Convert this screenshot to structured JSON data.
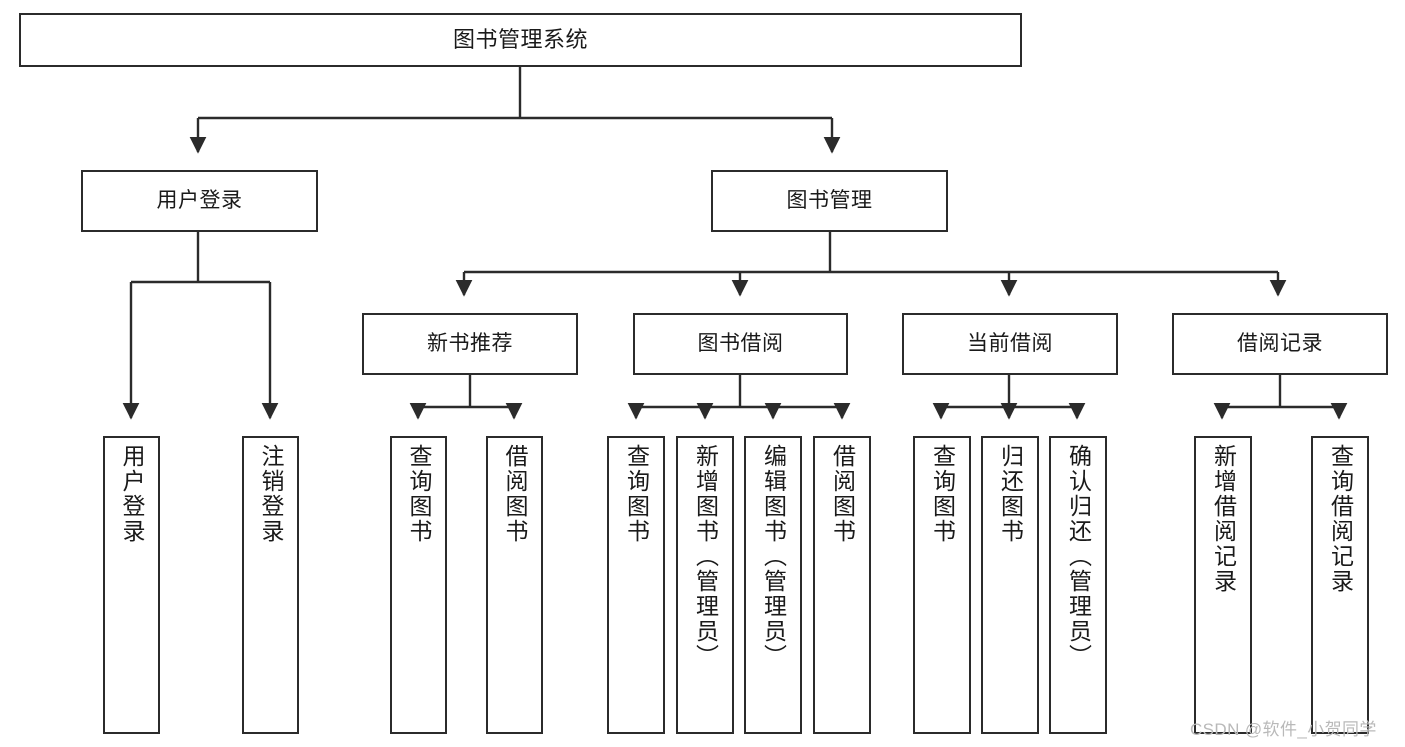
{
  "diagram": {
    "type": "tree-hierarchy",
    "title": "图书管理系统",
    "watermark": "CSDN @软件_小贺同学",
    "colors": {
      "border": "#2b2b2b",
      "background": "#ffffff",
      "text": "#1a1a1a",
      "watermark": "#b9b9b9"
    },
    "nodes": {
      "root": {
        "label": "图书管理系统"
      },
      "level2": [
        {
          "id": "user-login",
          "label": "用户登录"
        },
        {
          "id": "book-manage",
          "label": "图书管理"
        }
      ],
      "level3": [
        {
          "id": "new-book-recommend",
          "label": "新书推荐"
        },
        {
          "id": "book-borrow",
          "label": "图书借阅"
        },
        {
          "id": "current-borrow",
          "label": "当前借阅"
        },
        {
          "id": "borrow-record",
          "label": "借阅记录"
        }
      ],
      "leaves": {
        "user-login": [
          {
            "id": "leaf-user-login",
            "label": "用户登录"
          },
          {
            "id": "leaf-logout-login",
            "label": "注销登录"
          }
        ],
        "new-book-recommend": [
          {
            "id": "leaf-query-book-1",
            "label": "查询图书"
          },
          {
            "id": "leaf-borrow-book-1",
            "label": "借阅图书"
          }
        ],
        "book-borrow": [
          {
            "id": "leaf-query-book-2",
            "label": "查询图书"
          },
          {
            "id": "leaf-add-book",
            "label": "新增图书（管理员）"
          },
          {
            "id": "leaf-edit-book",
            "label": "编辑图书（管理员）"
          },
          {
            "id": "leaf-borrow-book-2",
            "label": "借阅图书"
          }
        ],
        "current-borrow": [
          {
            "id": "leaf-query-book-3",
            "label": "查询图书"
          },
          {
            "id": "leaf-return-book",
            "label": "归还图书"
          },
          {
            "id": "leaf-confirm-return",
            "label": "确认归还（管理员）"
          }
        ],
        "borrow-record": [
          {
            "id": "leaf-add-record",
            "label": "新增借阅记录"
          },
          {
            "id": "leaf-query-record",
            "label": "查询借阅记录"
          }
        ]
      }
    }
  }
}
